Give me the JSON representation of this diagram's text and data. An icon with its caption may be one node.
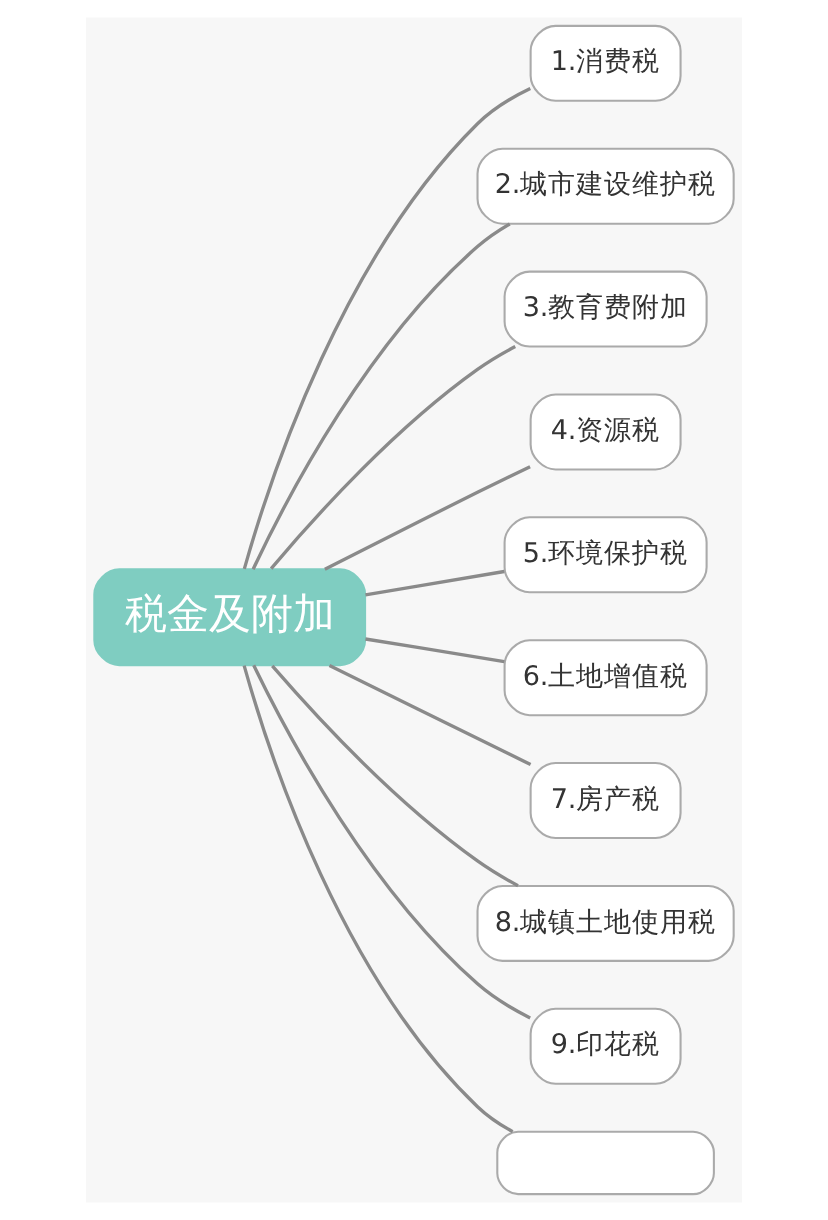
{
  "diagram": {
    "nodes": [
      {
        "text": [
          "税金及附加"
        ]
      },
      {
        "text": [
          "1.消费税"
        ]
      },
      {
        "text": [
          "2.城市建设维护税"
        ]
      },
      {
        "text": [
          "3.教育费附加"
        ]
      },
      {
        "text": [
          "4.资源税"
        ]
      },
      {
        "text": [
          "5.环境保护税"
        ]
      },
      {
        "text": [
          "6.土地增值税"
        ]
      },
      {
        "text": [
          "7.房产税"
        ]
      },
      {
        "text": [
          "8.城镇土地使用税"
        ]
      },
      {
        "text": [
          "9.印花税"
        ]
      },
      {
        "text": [],
        "shape": "box"
      }
    ],
    "edges": [
      {
        "from": 0,
        "to": 1,
        "arrow": "none"
      },
      {
        "from": 0,
        "to": 2,
        "arrow": "none"
      },
      {
        "from": 0,
        "to": 3,
        "arrow": "none"
      },
      {
        "from": 0,
        "to": 4,
        "arrow": "none"
      },
      {
        "from": 0,
        "to": 5,
        "arrow": "none"
      },
      {
        "from": 0,
        "to": 6,
        "arrow": "none"
      },
      {
        "from": 0,
        "to": 7,
        "arrow": "none"
      },
      {
        "from": 0,
        "to": 8,
        "arrow": "none"
      },
      {
        "from": 0,
        "to": 9,
        "arrow": "none"
      },
      {
        "from": 0,
        "to": 10,
        "arrow": "none"
      }
    ]
  }
}
